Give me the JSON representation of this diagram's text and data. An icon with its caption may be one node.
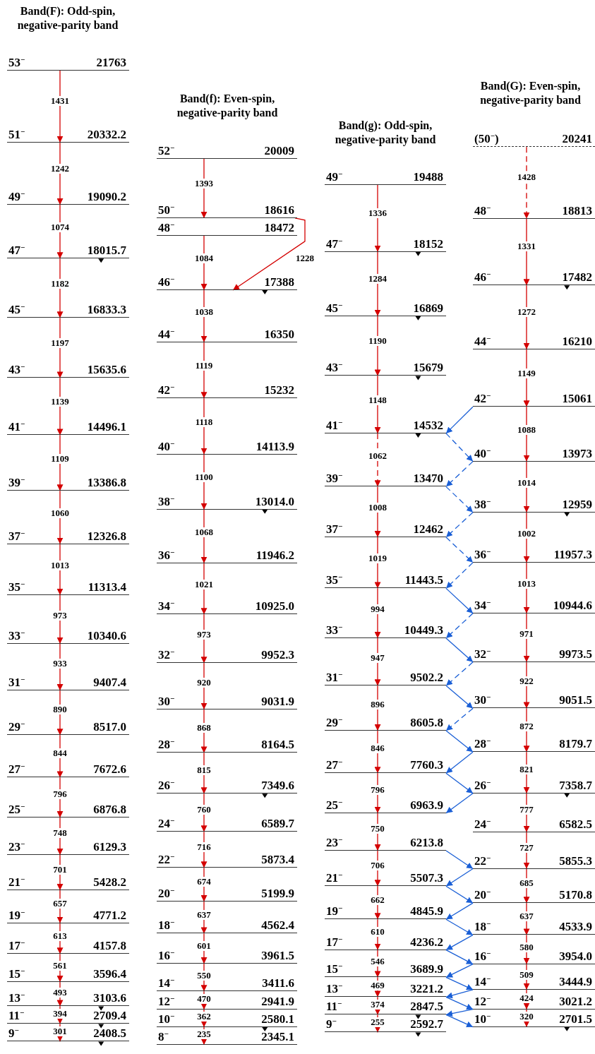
{
  "diagram": {
    "nodes": [
      {
        "text": [
          "53$^{−}$",
          "21763"
        ]
      },
      {
        "text": [
          "51$^{−}$",
          "20332.2"
        ]
      },
      {
        "text": [
          "49$^{−}$",
          "19090.2"
        ]
      },
      {
        "text": [
          "47$^{−}$",
          "18015.7"
        ]
      },
      {
        "text": [
          "45$^{−}$",
          "16833.3"
        ]
      },
      {
        "text": [
          "43$^{−}$",
          "15635.6"
        ]
      },
      {
        "text": [
          "41$^{−}$",
          "14496.1"
        ]
      },
      {
        "text": [
          "39$^{−}$",
          "13386.8"
        ]
      },
      {
        "text": [
          "37$^{−}$",
          "12326.8"
        ]
      },
      {
        "text": [
          "35$^{−}$",
          "11313.4"
        ]
      },
      {
        "text": [
          "33$^{−}$",
          "10340.6"
        ]
      },
      {
        "text": [
          "31$^{−}$",
          "9407.4"
        ]
      },
      {
        "text": [
          "29$^{−}$",
          "8517.0"
        ]
      },
      {
        "text": [
          "27$^{−}$",
          "7672.6"
        ]
      },
      {
        "text": [
          "25$^{−}$",
          "6876.8"
        ]
      },
      {
        "text": [
          "23$^{−}$",
          "6129.3"
        ]
      },
      {
        "text": [
          "21$^{−}$",
          "5428.2"
        ]
      },
      {
        "text": [
          "19$^{−}$",
          "4771.2"
        ]
      },
      {
        "text": [
          "17$^{−}$",
          "4157.8"
        ]
      },
      {
        "text": [
          "15$^{−}$",
          "3596.4"
        ]
      },
      {
        "text": [
          "13$^{−}$",
          "3103.6"
        ]
      },
      {
        "text": [
          "11$^{−}$",
          "2709.4"
        ]
      },
      {
        "text": [
          "9$^{−}$",
          "2408.5"
        ]
      },
      {
        "text": [
          "52$^{−}$",
          "20009"
        ]
      },
      {
        "text": [
          "50$^{−}$",
          "18616"
        ]
      },
      {
        "text": [
          "48$^{−}$",
          "18472"
        ]
      },
      {
        "text": [
          "46$^{−}$",
          "17388"
        ]
      },
      {
        "text": [
          "44$^{−}$",
          "16350"
        ]
      },
      {
        "text": [
          "42$^{−}$",
          "15232"
        ]
      },
      {
        "text": [
          "40$^{−}$",
          "14113.9"
        ]
      },
      {
        "text": [
          "38$^{−}$",
          "13014.0"
        ]
      },
      {
        "text": [
          "36$^{−}$",
          "11946.2"
        ]
      },
      {
        "text": [
          "34$^{−}$",
          "10925.0"
        ]
      },
      {
        "text": [
          "32$^{−}$",
          "9952.3"
        ]
      },
      {
        "text": [
          "30$^{−}$",
          "9031.9"
        ]
      },
      {
        "text": [
          "28$^{−}$",
          "8164.5"
        ]
      },
      {
        "text": [
          "26$^{−}$",
          "7349.6"
        ]
      },
      {
        "text": [
          "24$^{−}$",
          "6589.7"
        ]
      },
      {
        "text": [
          "22$^{−}$",
          "5873.4"
        ]
      },
      {
        "text": [
          "20$^{−}$",
          "5199.9"
        ]
      },
      {
        "text": [
          "18$^{−}$",
          "4562.4"
        ]
      },
      {
        "text": [
          "16$^{−}$",
          "3961.5"
        ]
      },
      {
        "text": [
          "14$^{−}$",
          "3411.6"
        ]
      },
      {
        "text": [
          "12$^{−}$",
          "2941.9"
        ]
      },
      {
        "text": [
          "10$^{−}$",
          "2580.1"
        ]
      },
      {
        "text": [
          "8$^{−}$",
          "2345.1"
        ]
      },
      {
        "text": [
          "49$^{−}$",
          "19488"
        ]
      },
      {
        "text": [
          "47$^{−}$",
          "18152"
        ]
      },
      {
        "text": [
          "45$^{−}$",
          "16869"
        ]
      },
      {
        "text": [
          "43$^{−}$",
          "15679"
        ]
      },
      {
        "text": [
          "41$^{−}$",
          "14532"
        ]
      },
      {
        "text": [
          "39$^{−}$",
          "13470"
        ]
      },
      {
        "text": [
          "37$^{−}$",
          "12462"
        ]
      },
      {
        "text": [
          "35$^{−}$",
          "11443.5"
        ]
      },
      {
        "text": [
          "33$^{−}$",
          "10449.3"
        ]
      },
      {
        "text": [
          "31$^{−}$",
          "9502.2"
        ]
      },
      {
        "text": [
          "29$^{−}$",
          "8605.8"
        ]
      },
      {
        "text": [
          "27$^{−}$",
          "7760.3"
        ]
      },
      {
        "text": [
          "25$^{−}$",
          "6963.9"
        ]
      },
      {
        "text": [
          "23$^{−}$",
          "6213.8"
        ]
      },
      {
        "text": [
          "21$^{−}$",
          "5507.3"
        ]
      },
      {
        "text": [
          "19$^{−}$",
          "4845.9"
        ]
      },
      {
        "text": [
          "17$^{−}$",
          "4236.2"
        ]
      },
      {
        "text": [
          "15$^{−}$",
          "3689.9"
        ]
      },
      {
        "text": [
          "13$^{−}$",
          "3221.2"
        ]
      },
      {
        "text": [
          "11$^{−}$",
          "2847.5"
        ]
      },
      {
        "text": [
          "9$^{−}$",
          "2592.7"
        ]
      },
      {
        "text": [
          "(50$^{−}$)",
          "20241"
        ]
      },
      {
        "text": [
          "48$^{−}$",
          "18813"
        ]
      },
      {
        "text": [
          "46$^{−}$",
          "17482"
        ]
      },
      {
        "text": [
          "44$^{−}$",
          "16210"
        ]
      },
      {
        "text": [
          "42$^{−}$",
          "15061"
        ]
      },
      {
        "text": [
          "40$^{−}$",
          "13973"
        ]
      },
      {
        "text": [
          "38$^{−}$",
          "12959"
        ]
      },
      {
        "text": [
          "36$^{−}$",
          "11957.3"
        ]
      },
      {
        "text": [
          "34$^{−}$",
          "10944.6"
        ]
      },
      {
        "text": [
          "32$^{−}$",
          "9973.5"
        ]
      },
      {
        "text": [
          "30$^{−}$",
          "9051.5"
        ]
      },
      {
        "text": [
          "28$^{−}$",
          "8179.7"
        ]
      },
      {
        "text": [
          "26$^{−}$",
          "7358.7"
        ]
      },
      {
        "text": [
          "24$^{−}$",
          "6582.5"
        ]
      },
      {
        "text": [
          "22$^{−}$",
          "5855.3"
        ]
      },
      {
        "text": [
          "20$^{−}$",
          "5170.8"
        ]
      },
      {
        "text": [
          "18$^{−}$",
          "4533.9"
        ]
      },
      {
        "text": [
          "16$^{−}$",
          "3954.0"
        ]
      },
      {
        "text": [
          "14$^{−}$",
          "3444.9"
        ]
      },
      {
        "text": [
          "12$^{−}$",
          "3021.2"
        ]
      },
      {
        "text": [
          "10$^{−}$",
          "2701.5"
        ]
      }
    ],
    "edges": [
      {
        "from": 0,
        "to": 1,
        "arrow": "to",
        "label": "1431"
      },
      {
        "from": 1,
        "to": 2,
        "arrow": "to",
        "label": "1242"
      },
      {
        "from": 2,
        "to": 3,
        "arrow": "to",
        "label": "1074"
      },
      {
        "from": 3,
        "to": 4,
        "arrow": "to",
        "label": "1182"
      },
      {
        "from": 4,
        "to": 5,
        "arrow": "to",
        "label": "1197"
      },
      {
        "from": 5,
        "to": 6,
        "arrow": "to",
        "label": "1139"
      },
      {
        "from": 6,
        "to": 7,
        "arrow": "to",
        "label": "1109"
      },
      {
        "from": 7,
        "to": 8,
        "arrow": "to",
        "label": "1060"
      },
      {
        "from": 8,
        "to": 9,
        "arrow": "to",
        "label": "1013"
      },
      {
        "from": 9,
        "to": 10,
        "arrow": "to",
        "label": "973"
      },
      {
        "from": 10,
        "to": 11,
        "arrow": "to",
        "label": "933"
      },
      {
        "from": 11,
        "to": 12,
        "arrow": "to",
        "label": "890"
      },
      {
        "from": 12,
        "to": 13,
        "arrow": "to",
        "label": "844"
      },
      {
        "from": 13,
        "to": 14,
        "arrow": "to",
        "label": "796"
      },
      {
        "from": 14,
        "to": 15,
        "arrow": "to",
        "label": "748"
      },
      {
        "from": 15,
        "to": 16,
        "arrow": "to",
        "label": "701"
      },
      {
        "from": 16,
        "to": 17,
        "arrow": "to",
        "label": "657"
      },
      {
        "from": 17,
        "to": 18,
        "arrow": "to",
        "label": "613"
      },
      {
        "from": 18,
        "to": 19,
        "arrow": "to",
        "label": "561"
      },
      {
        "from": 19,
        "to": 20,
        "arrow": "to",
        "label": "493"
      },
      {
        "from": 20,
        "to": 21,
        "arrow": "to",
        "label": "394"
      },
      {
        "from": 21,
        "to": 22,
        "arrow": "to",
        "label": "301"
      },
      {
        "from": 23,
        "to": 24,
        "arrow": "to",
        "label": "1393"
      },
      {
        "from": 25,
        "to": 26,
        "arrow": "to",
        "label": "1084"
      },
      {
        "from": 24,
        "to": 26,
        "arrow": "to",
        "label": "1228"
      },
      {
        "from": 26,
        "to": 27,
        "arrow": "to",
        "label": "1038"
      },
      {
        "from": 27,
        "to": 28,
        "arrow": "to",
        "label": "1119"
      },
      {
        "from": 28,
        "to": 29,
        "arrow": "to",
        "label": "1118"
      },
      {
        "from": 29,
        "to": 30,
        "arrow": "to",
        "label": "1100"
      },
      {
        "from": 30,
        "to": 31,
        "arrow": "to",
        "label": "1068"
      },
      {
        "from": 31,
        "to": 32,
        "arrow": "to",
        "label": "1021"
      },
      {
        "from": 32,
        "to": 33,
        "arrow": "to",
        "label": "973"
      },
      {
        "from": 33,
        "to": 34,
        "arrow": "to",
        "label": "920"
      },
      {
        "from": 34,
        "to": 35,
        "arrow": "to",
        "label": "868"
      },
      {
        "from": 35,
        "to": 36,
        "arrow": "to",
        "label": "815"
      },
      {
        "from": 36,
        "to": 37,
        "arrow": "to",
        "label": "760"
      },
      {
        "from": 37,
        "to": 38,
        "arrow": "to",
        "label": "716"
      },
      {
        "from": 38,
        "to": 39,
        "arrow": "to",
        "label": "674"
      },
      {
        "from": 39,
        "to": 40,
        "arrow": "to",
        "label": "637"
      },
      {
        "from": 40,
        "to": 41,
        "arrow": "to",
        "label": "601"
      },
      {
        "from": 41,
        "to": 42,
        "arrow": "to",
        "label": "550"
      },
      {
        "from": 42,
        "to": 43,
        "arrow": "to",
        "label": "470"
      },
      {
        "from": 43,
        "to": 44,
        "arrow": "to",
        "label": "362"
      },
      {
        "from": 44,
        "to": 45,
        "arrow": "to",
        "label": "235"
      },
      {
        "from": 46,
        "to": 47,
        "arrow": "to",
        "label": "1336"
      },
      {
        "from": 47,
        "to": 48,
        "arrow": "to",
        "label": "1284"
      },
      {
        "from": 48,
        "to": 49,
        "arrow": "to",
        "label": "1190"
      },
      {
        "from": 49,
        "to": 50,
        "arrow": "to",
        "label": "1148"
      },
      {
        "from": 50,
        "to": 51,
        "arrow": "to",
        "label": "1062",
        "style": "dashed"
      },
      {
        "from": 51,
        "to": 52,
        "arrow": "to",
        "label": "1008"
      },
      {
        "from": 52,
        "to": 53,
        "arrow": "to",
        "label": "1019"
      },
      {
        "from": 53,
        "to": 54,
        "arrow": "to",
        "label": "994"
      },
      {
        "from": 54,
        "to": 55,
        "arrow": "to",
        "label": "947"
      },
      {
        "from": 55,
        "to": 56,
        "arrow": "to",
        "label": "896"
      },
      {
        "from": 56,
        "to": 57,
        "arrow": "to",
        "label": "846"
      },
      {
        "from": 57,
        "to": 58,
        "arrow": "to",
        "label": "796"
      },
      {
        "from": 58,
        "to": 59,
        "arrow": "to",
        "label": "750"
      },
      {
        "from": 59,
        "to": 60,
        "arrow": "to",
        "label": "706"
      },
      {
        "from": 60,
        "to": 61,
        "arrow": "to",
        "label": "662"
      },
      {
        "from": 61,
        "to": 62,
        "arrow": "to",
        "label": "610"
      },
      {
        "from": 62,
        "to": 63,
        "arrow": "to",
        "label": "546"
      },
      {
        "from": 63,
        "to": 64,
        "arrow": "to",
        "label": "469"
      },
      {
        "from": 64,
        "to": 65,
        "arrow": "to",
        "label": "374"
      },
      {
        "from": 65,
        "to": 66,
        "arrow": "to",
        "label": "255"
      },
      {
        "from": 67,
        "to": 68,
        "arrow": "to",
        "label": "1428",
        "style": "dashed"
      },
      {
        "from": 68,
        "to": 69,
        "arrow": "to",
        "label": "1331"
      },
      {
        "from": 69,
        "to": 70,
        "arrow": "to",
        "label": "1272"
      },
      {
        "from": 70,
        "to": 71,
        "arrow": "to",
        "label": "1149"
      },
      {
        "from": 71,
        "to": 72,
        "arrow": "to",
        "label": "1088"
      },
      {
        "from": 72,
        "to": 73,
        "arrow": "to",
        "label": "1014"
      },
      {
        "from": 73,
        "to": 74,
        "arrow": "to",
        "label": "1002"
      },
      {
        "from": 74,
        "to": 75,
        "arrow": "to",
        "label": "1013"
      },
      {
        "from": 75,
        "to": 76,
        "arrow": "to",
        "label": "971"
      },
      {
        "from": 76,
        "to": 77,
        "arrow": "to",
        "label": "922"
      },
      {
        "from": 77,
        "to": 78,
        "arrow": "to",
        "label": "872"
      },
      {
        "from": 78,
        "to": 79,
        "arrow": "to",
        "label": "821"
      },
      {
        "from": 79,
        "to": 80,
        "arrow": "to",
        "label": "777"
      },
      {
        "from": 80,
        "to": 81,
        "arrow": "to",
        "label": "727"
      },
      {
        "from": 81,
        "to": 82,
        "arrow": "to",
        "label": "685"
      },
      {
        "from": 82,
        "to": 83,
        "arrow": "to",
        "label": "637"
      },
      {
        "from": 83,
        "to": 84,
        "arrow": "to",
        "label": "580"
      },
      {
        "from": 84,
        "to": 85,
        "arrow": "to",
        "label": "509"
      },
      {
        "from": 85,
        "to": 86,
        "arrow": "to",
        "label": "424"
      },
      {
        "from": 86,
        "to": 87,
        "arrow": "to",
        "label": "320"
      },
      {
        "from": 71,
        "to": 50,
        "arrow": "to",
        "color": "#1a5fd6"
      },
      {
        "from": 50,
        "to": 72,
        "arrow": "to",
        "color": "#1a5fd6",
        "style": "dashed"
      },
      {
        "from": 72,
        "to": 51,
        "arrow": "to",
        "color": "#1a5fd6",
        "style": "dashed"
      },
      {
        "from": 51,
        "to": 73,
        "arrow": "to",
        "color": "#1a5fd6",
        "style": "dashed"
      },
      {
        "from": 73,
        "to": 52,
        "arrow": "to",
        "color": "#1a5fd6",
        "style": "dashed"
      },
      {
        "from": 52,
        "to": 74,
        "arrow": "to",
        "color": "#1a5fd6",
        "style": "dashed"
      },
      {
        "from": 74,
        "to": 53,
        "arrow": "to",
        "color": "#1a5fd6",
        "style": "dashed"
      },
      {
        "from": 53,
        "to": 75,
        "arrow": "to",
        "color": "#1a5fd6"
      },
      {
        "from": 75,
        "to": 54,
        "arrow": "to",
        "color": "#1a5fd6",
        "style": "dashed"
      },
      {
        "from": 54,
        "to": 76,
        "arrow": "to",
        "color": "#1a5fd6"
      },
      {
        "from": 76,
        "to": 55,
        "arrow": "to",
        "color": "#1a5fd6",
        "style": "dashed"
      },
      {
        "from": 55,
        "to": 77,
        "arrow": "to",
        "color": "#1a5fd6"
      },
      {
        "from": 77,
        "to": 56,
        "arrow": "to",
        "color": "#1a5fd6",
        "style": "dashed"
      },
      {
        "from": 56,
        "to": 78,
        "arrow": "to",
        "color": "#1a5fd6"
      },
      {
        "from": 78,
        "to": 57,
        "arrow": "to",
        "color": "#1a5fd6"
      },
      {
        "from": 57,
        "to": 79,
        "arrow": "to",
        "color": "#1a5fd6"
      },
      {
        "from": 79,
        "to": 58,
        "arrow": "to",
        "color": "#1a5fd6"
      },
      {
        "from": 59,
        "to": 81,
        "arrow": "to",
        "color": "#1a5fd6"
      },
      {
        "from": 81,
        "to": 60,
        "arrow": "to",
        "color": "#1a5fd6"
      },
      {
        "from": 60,
        "to": 82,
        "arrow": "to",
        "color": "#1a5fd6"
      },
      {
        "from": 82,
        "to": 61,
        "arrow": "to",
        "color": "#1a5fd6"
      },
      {
        "from": 61,
        "to": 83,
        "arrow": "to",
        "color": "#1a5fd6"
      },
      {
        "from": 83,
        "to": 62,
        "arrow": "to",
        "color": "#1a5fd6"
      },
      {
        "from": 62,
        "to": 84,
        "arrow": "to",
        "color": "#1a5fd6"
      },
      {
        "from": 84,
        "to": 63,
        "arrow": "to",
        "color": "#1a5fd6"
      },
      {
        "from": 63,
        "to": 85,
        "arrow": "to",
        "color": "#1a5fd6"
      },
      {
        "from": 85,
        "to": 64,
        "arrow": "to",
        "color": "#1a5fd6"
      },
      {
        "from": 64,
        "to": 86,
        "arrow": "to",
        "color": "#1a5fd6"
      },
      {
        "from": 86,
        "to": 65,
        "arrow": "to",
        "color": "#1a5fd6"
      },
      {
        "from": 65,
        "to": 87,
        "arrow": "to",
        "color": "#1a5fd6"
      }
    ],
    "labels": [
      "Band(F): Odd-spin, negative-parity band",
      "Band(f): Even-spin, negative-parity band",
      "Band(g): Odd-spin, negative-parity band",
      "Band(G): Even-spin, negative-parity band"
    ]
  }
}
